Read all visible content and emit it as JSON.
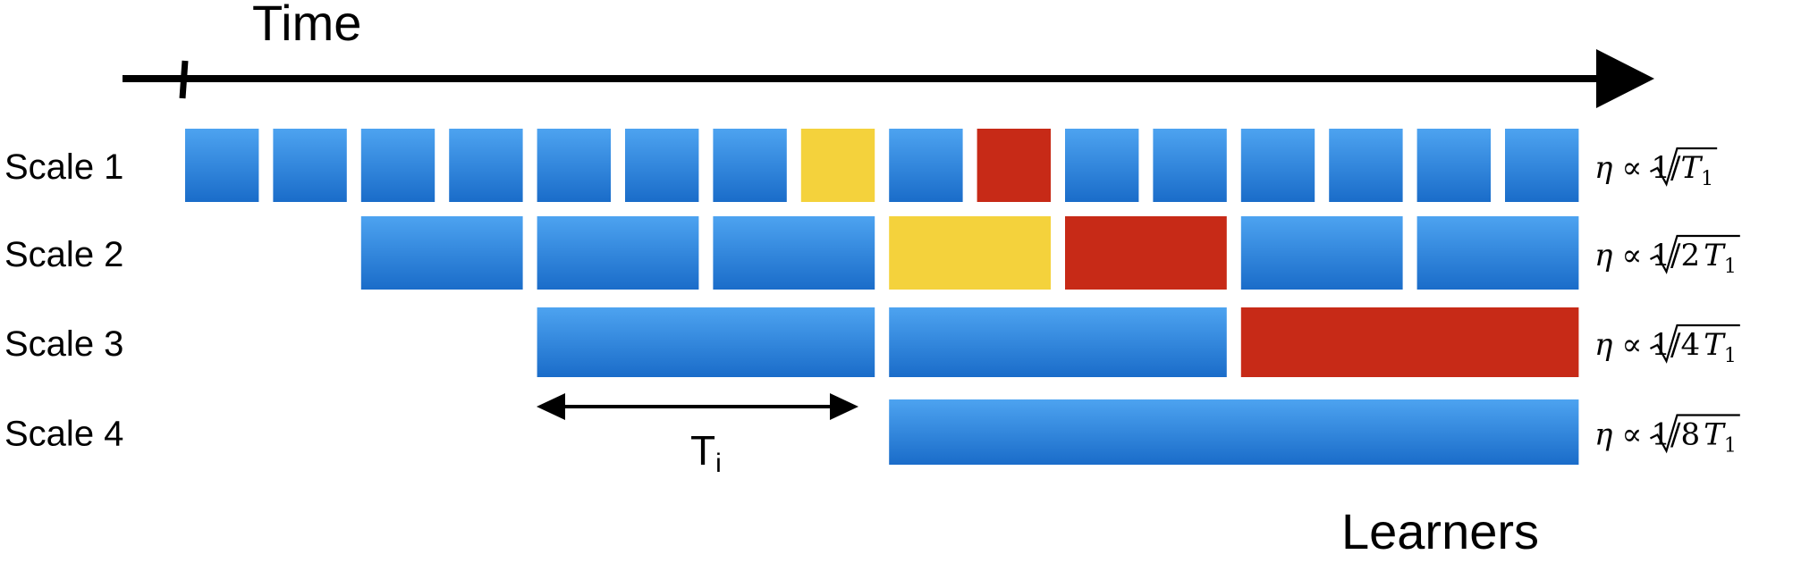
{
  "time_label": "Time",
  "learners_label": "Learners",
  "interval_label": "T",
  "interval_subscript": "i",
  "colors": {
    "blue_top": "#4da3f0",
    "blue_bottom": "#1a6cc9",
    "yellow": "#f4d23c",
    "red": "#c72a17",
    "axis": "#000000"
  },
  "scales": [
    {
      "label": "Scale 1",
      "start": 0,
      "width": 1,
      "blocks": [
        "blue",
        "blue",
        "blue",
        "blue",
        "blue",
        "blue",
        "blue",
        "yellow",
        "blue",
        "red",
        "blue",
        "blue",
        "blue",
        "blue",
        "blue",
        "blue"
      ],
      "rate": {
        "eta": "η",
        "prop": "∝",
        "one_over": "1/",
        "factor": "",
        "T": "T",
        "sub": "1"
      }
    },
    {
      "label": "Scale 2",
      "start": 2,
      "width": 2,
      "blocks": [
        "blue",
        "blue",
        "blue",
        "yellow",
        "red",
        "blue",
        "blue"
      ],
      "rate": {
        "eta": "η",
        "prop": "∝",
        "one_over": "1/",
        "factor": "2",
        "T": "T",
        "sub": "1"
      }
    },
    {
      "label": "Scale 3",
      "start": 4,
      "width": 4,
      "blocks": [
        "blue",
        "blue",
        "red"
      ],
      "rate": {
        "eta": "η",
        "prop": "∝",
        "one_over": "1/",
        "factor": "4",
        "T": "T",
        "sub": "1"
      }
    },
    {
      "label": "Scale 4",
      "start": 8,
      "width": 8,
      "blocks": [
        "blue"
      ],
      "rate": {
        "eta": "η",
        "prop": "∝",
        "one_over": "1/",
        "factor": "8",
        "T": "T",
        "sub": "1"
      }
    }
  ]
}
